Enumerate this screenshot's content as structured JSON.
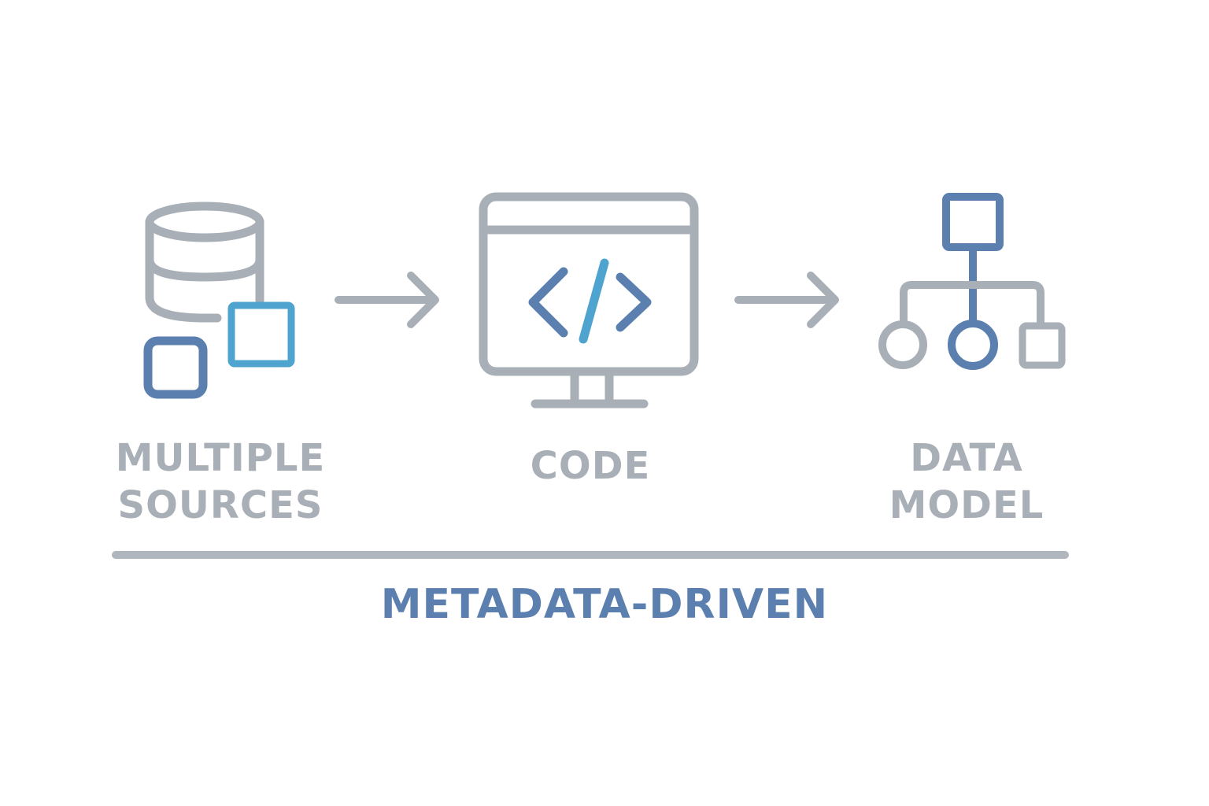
{
  "steps": [
    {
      "id": "sources",
      "icon": "database-with-sources-icon",
      "label_lines": [
        "MULTIPLE",
        "SOURCES"
      ]
    },
    {
      "id": "code",
      "icon": "monitor-code-icon",
      "label_lines": [
        "CODE"
      ]
    },
    {
      "id": "model",
      "icon": "hierarchy-tree-icon",
      "label_lines": [
        "DATA",
        "MODEL"
      ]
    }
  ],
  "connectors": [
    "arrow-right-icon",
    "arrow-right-icon"
  ],
  "footer": {
    "label": "METADATA-DRIVEN"
  },
  "colors": {
    "gray": "#a9afb6",
    "blue": "#5b7fae",
    "light_blue": "#4ea3cf",
    "background": "#ffffff"
  }
}
